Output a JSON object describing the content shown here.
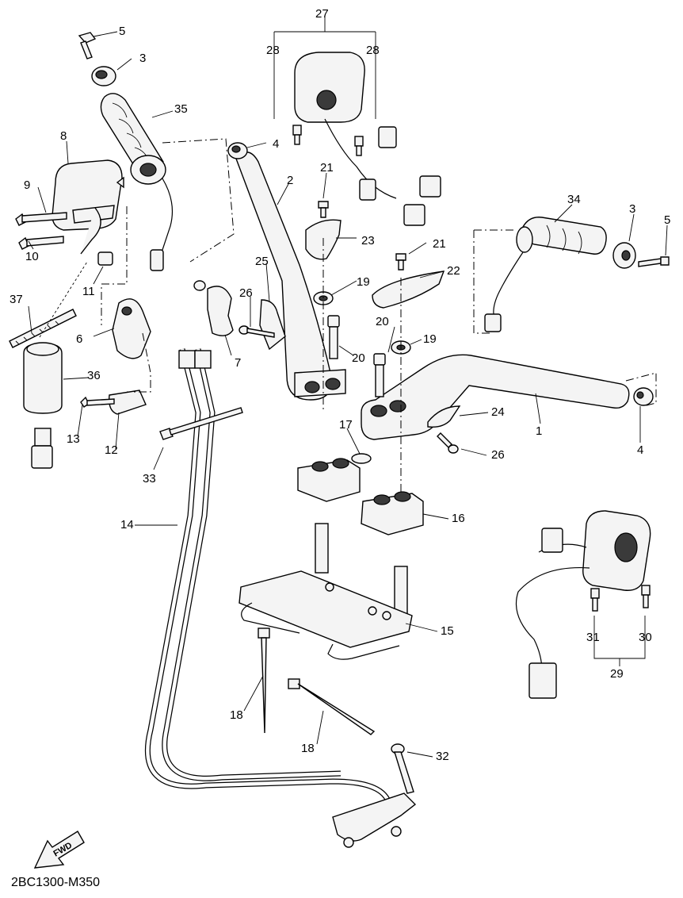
{
  "diagram_code": "2BC1300-M350",
  "fwd_label": "FWD",
  "callouts": [
    {
      "id": "c5a",
      "text": "5"
    },
    {
      "id": "c3a",
      "text": "3"
    },
    {
      "id": "c35",
      "text": "35"
    },
    {
      "id": "c8",
      "text": "8"
    },
    {
      "id": "c9",
      "text": "9"
    },
    {
      "id": "c10",
      "text": "10"
    },
    {
      "id": "c11",
      "text": "11"
    },
    {
      "id": "c37",
      "text": "37"
    },
    {
      "id": "c6",
      "text": "6"
    },
    {
      "id": "c36",
      "text": "36"
    },
    {
      "id": "c13",
      "text": "13"
    },
    {
      "id": "c12",
      "text": "12"
    },
    {
      "id": "c33",
      "text": "33"
    },
    {
      "id": "c14",
      "text": "14"
    },
    {
      "id": "c7",
      "text": "7"
    },
    {
      "id": "c26a",
      "text": "26"
    },
    {
      "id": "c25",
      "text": "25"
    },
    {
      "id": "c4a",
      "text": "4"
    },
    {
      "id": "c2",
      "text": "2"
    },
    {
      "id": "c21a",
      "text": "21"
    },
    {
      "id": "c23",
      "text": "23"
    },
    {
      "id": "c19a",
      "text": "19"
    },
    {
      "id": "c20a",
      "text": "20"
    },
    {
      "id": "c27",
      "text": "27"
    },
    {
      "id": "c28a",
      "text": "28"
    },
    {
      "id": "c28b",
      "text": "28"
    },
    {
      "id": "c21b",
      "text": "21"
    },
    {
      "id": "c22",
      "text": "22"
    },
    {
      "id": "c20b",
      "text": "20"
    },
    {
      "id": "c19b",
      "text": "19"
    },
    {
      "id": "c34",
      "text": "34"
    },
    {
      "id": "c3b",
      "text": "3"
    },
    {
      "id": "c5b",
      "text": "5"
    },
    {
      "id": "c24",
      "text": "24"
    },
    {
      "id": "c1",
      "text": "1"
    },
    {
      "id": "c4b",
      "text": "4"
    },
    {
      "id": "c26b",
      "text": "26"
    },
    {
      "id": "c17",
      "text": "17"
    },
    {
      "id": "c16",
      "text": "16"
    },
    {
      "id": "c15",
      "text": "15"
    },
    {
      "id": "c18a",
      "text": "18"
    },
    {
      "id": "c18b",
      "text": "18"
    },
    {
      "id": "c32",
      "text": "32"
    },
    {
      "id": "c31",
      "text": "31"
    },
    {
      "id": "c30",
      "text": "30"
    },
    {
      "id": "c29",
      "text": "29"
    }
  ]
}
